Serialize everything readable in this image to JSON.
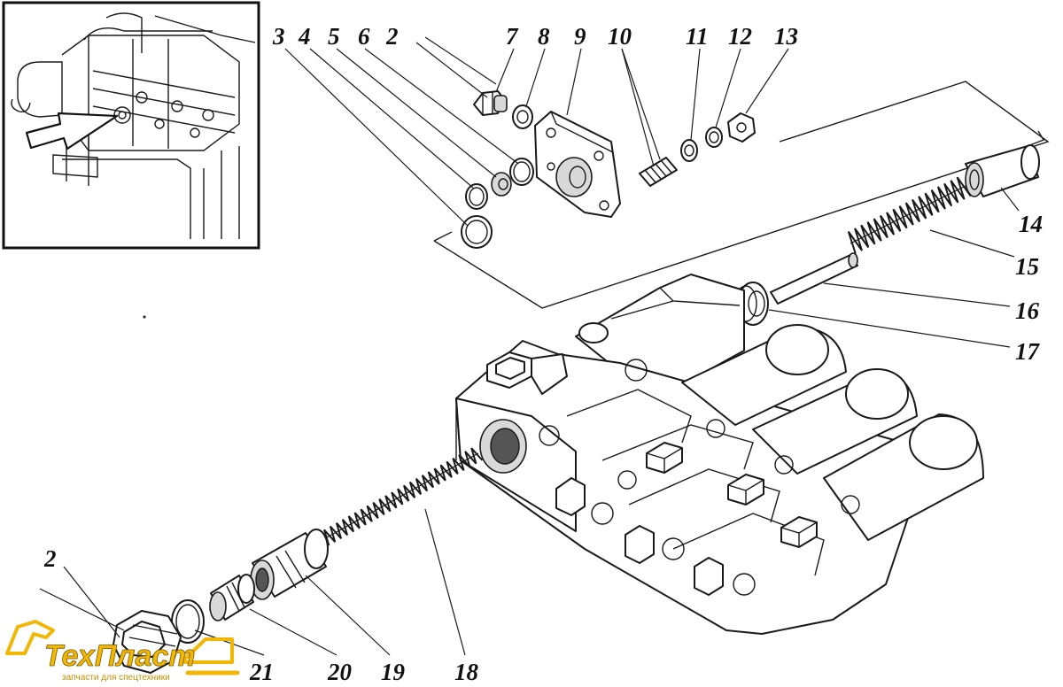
{
  "labels": {
    "l2a": "2",
    "l3": "3",
    "l4": "4",
    "l5": "5",
    "l6": "6",
    "l7": "7",
    "l8": "8",
    "l9": "9",
    "l10": "10",
    "l11": "11",
    "l12": "12",
    "l13": "13",
    "l14": "14",
    "l15": "15",
    "l16": "16",
    "l17": "17",
    "l18": "18",
    "l19": "19",
    "l20": "20",
    "l21": "21",
    "l2b": "2"
  },
  "logo": {
    "brand": "ТехПласт",
    "tagline": "запчасти для спецтехники",
    "accent_color": "#f2b705"
  }
}
